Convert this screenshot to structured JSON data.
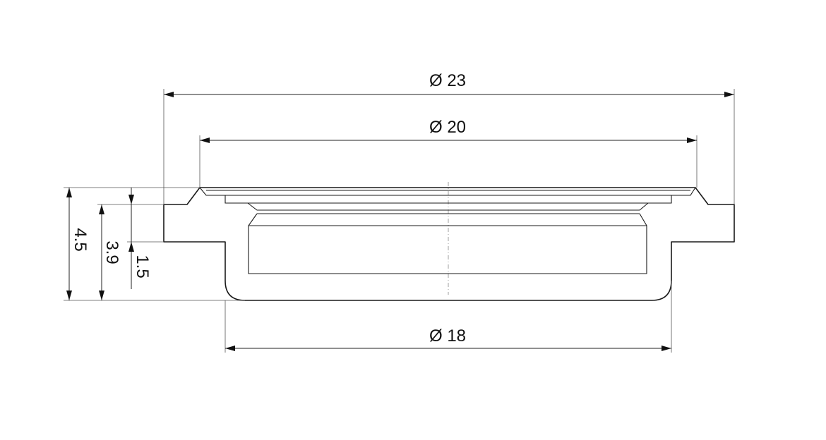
{
  "dimensions": {
    "d23": "Ø 23",
    "d20": "Ø 20",
    "d18": "Ø 18",
    "h45": "4.5",
    "h39": "3.9",
    "h15": "1.5"
  },
  "colors": {
    "line": "#1a1a1a",
    "background": "#ffffff"
  }
}
